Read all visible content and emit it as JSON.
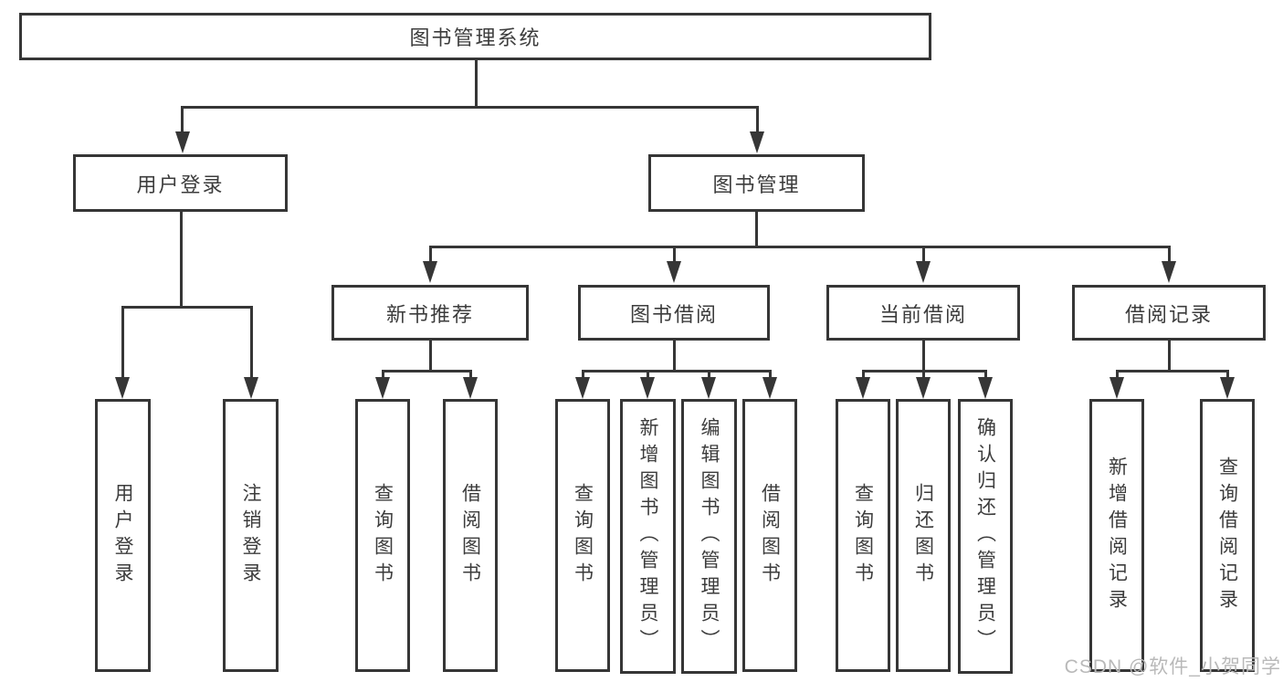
{
  "tree": {
    "root": {
      "label": "图书管理系统"
    },
    "branches": [
      {
        "label": "用户登录",
        "children": [
          {
            "label": "用户登录"
          },
          {
            "label": "注销登录"
          }
        ]
      },
      {
        "label": "图书管理",
        "children": [
          {
            "label": "新书推荐",
            "children": [
              {
                "label": "查询图书"
              },
              {
                "label": "借阅图书"
              }
            ]
          },
          {
            "label": "图书借阅",
            "children": [
              {
                "label": "查询图书"
              },
              {
                "label": "新增图书（管理员）"
              },
              {
                "label": "编辑图书（管理员）"
              },
              {
                "label": "借阅图书"
              }
            ]
          },
          {
            "label": "当前借阅",
            "children": [
              {
                "label": "查询图书"
              },
              {
                "label": "归还图书"
              },
              {
                "label": "确认归还（管理员）"
              }
            ]
          },
          {
            "label": "借阅记录",
            "children": [
              {
                "label": "新增借阅记录"
              },
              {
                "label": "查询借阅记录"
              }
            ]
          }
        ]
      }
    ]
  },
  "watermark": {
    "text": "CSDN @软件_小贺同学"
  },
  "colors": {
    "line": "#363636",
    "text": "#3c3c3c",
    "background": "#ffffff",
    "watermark": "#b9b9b9"
  }
}
